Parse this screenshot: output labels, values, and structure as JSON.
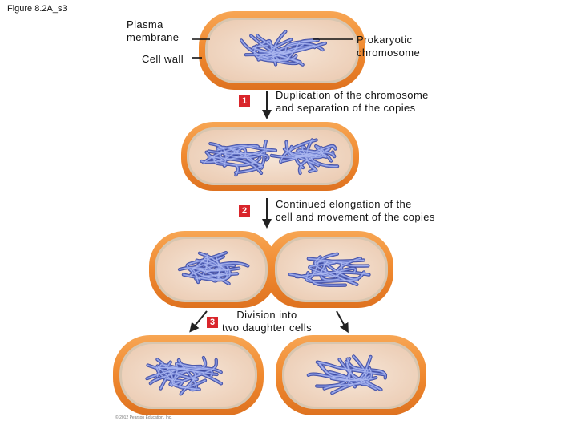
{
  "figure_label": "Figure 8.2A_s3",
  "labels": {
    "plasma_membrane": "Plasma\nmembrane",
    "cell_wall": "Cell wall",
    "prokaryotic_chromosome": "Prokaryotic\nchromosome"
  },
  "steps": [
    {
      "number": "1",
      "text": "Duplication of the chromosome\nand separation of the copies"
    },
    {
      "number": "2",
      "text": "Continued elongation of the\ncell and movement of the copies"
    },
    {
      "number": "3",
      "text": "Division into\ntwo daughter cells"
    }
  ],
  "copyright": "© 2012 Pearson Education, Inc.",
  "colors": {
    "cell_wall": "#f0892f",
    "cell_wall_light": "#f8b064",
    "membrane": "#d9c8b2",
    "cytoplasm": "#f5e2d2",
    "chromosome": "#6f7fd0",
    "chromosome_dark": "#3e4aa0",
    "step_badge": "#d9252b"
  }
}
